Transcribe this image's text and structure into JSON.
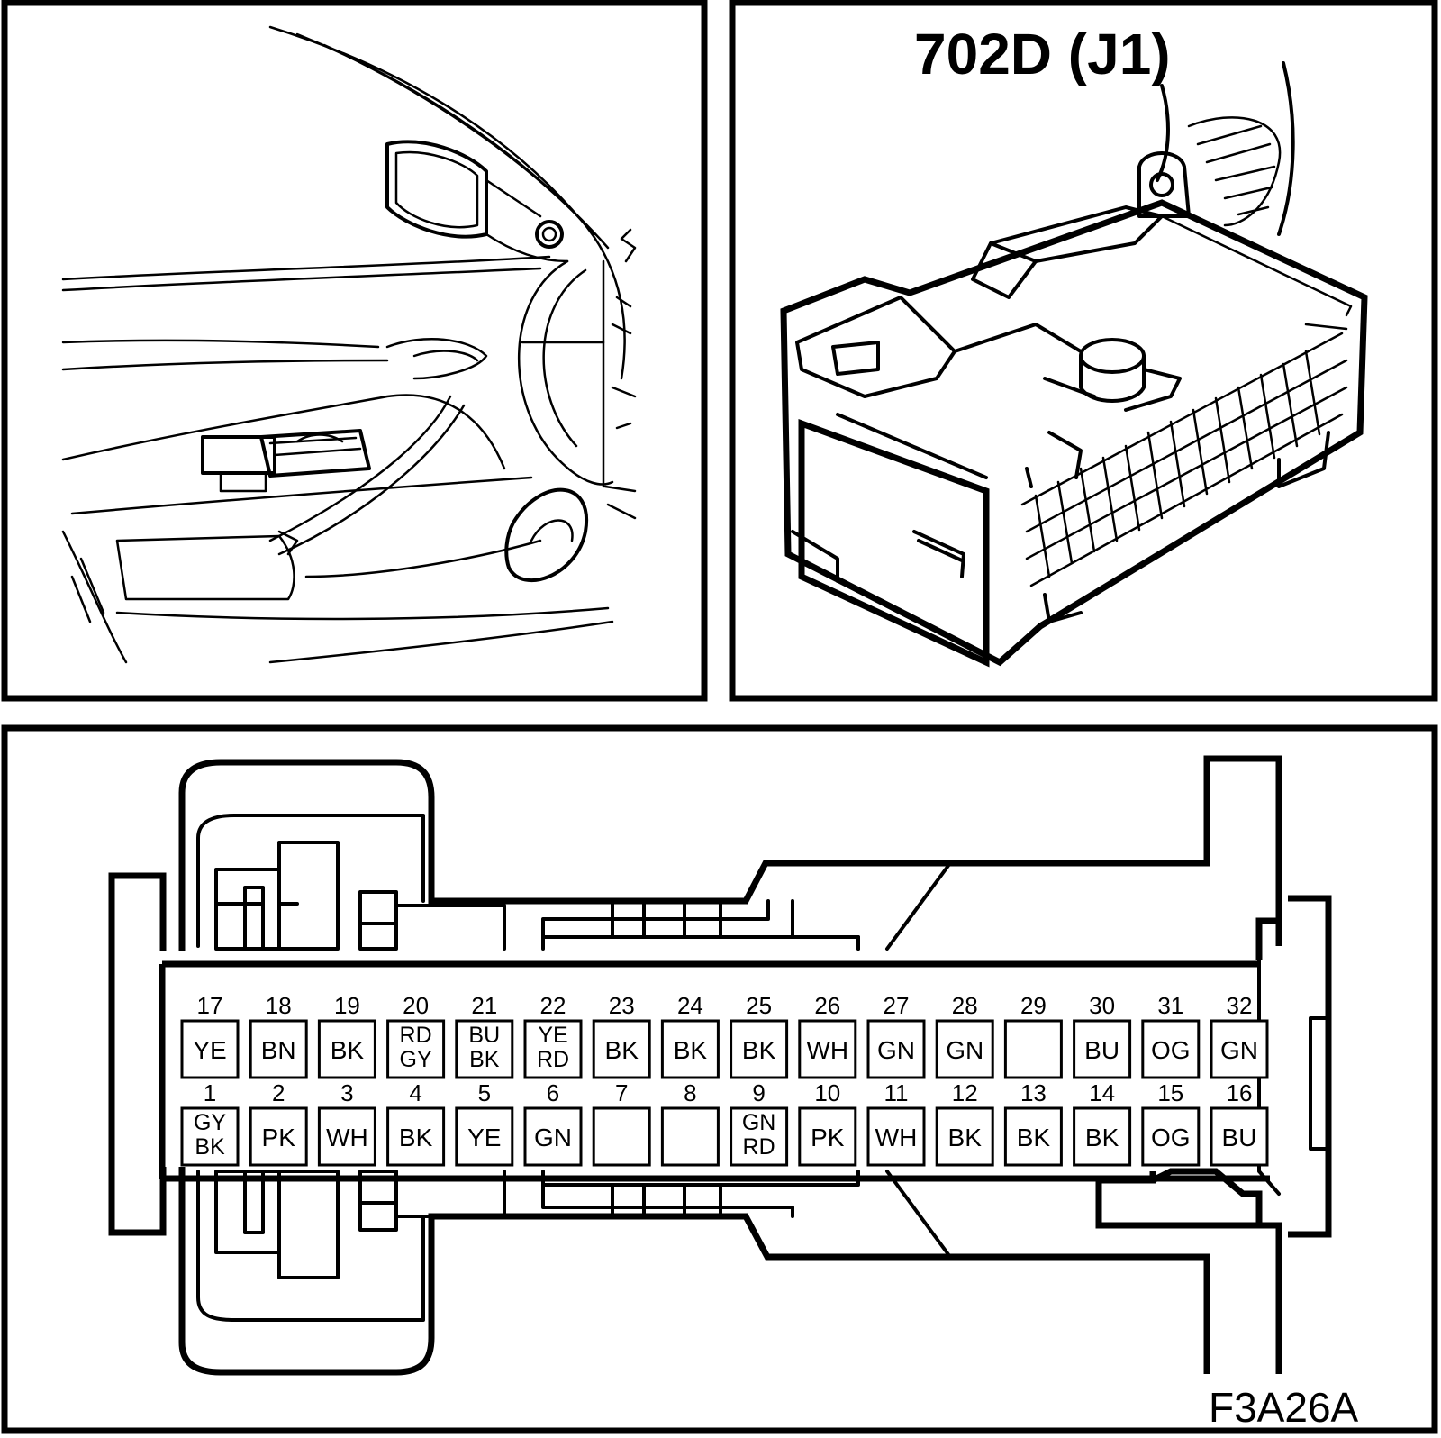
{
  "connector_label": "702D (J1)",
  "figure_id": "F3A26A",
  "pins_top": [
    {
      "num": "17",
      "code": [
        "YE"
      ]
    },
    {
      "num": "18",
      "code": [
        "BN"
      ]
    },
    {
      "num": "19",
      "code": [
        "BK"
      ]
    },
    {
      "num": "20",
      "code": [
        "RD",
        "GY"
      ]
    },
    {
      "num": "21",
      "code": [
        "BU",
        "BK"
      ]
    },
    {
      "num": "22",
      "code": [
        "YE",
        "RD"
      ]
    },
    {
      "num": "23",
      "code": [
        "BK"
      ]
    },
    {
      "num": "24",
      "code": [
        "BK"
      ]
    },
    {
      "num": "25",
      "code": [
        "BK"
      ]
    },
    {
      "num": "26",
      "code": [
        "WH"
      ]
    },
    {
      "num": "27",
      "code": [
        "GN"
      ]
    },
    {
      "num": "28",
      "code": [
        "GN"
      ]
    },
    {
      "num": "29",
      "code": []
    },
    {
      "num": "30",
      "code": [
        "BU"
      ]
    },
    {
      "num": "31",
      "code": [
        "OG"
      ]
    },
    {
      "num": "32",
      "code": [
        "GN"
      ]
    }
  ],
  "pins_bottom": [
    {
      "num": "1",
      "code": [
        "GY",
        "BK"
      ]
    },
    {
      "num": "2",
      "code": [
        "PK"
      ]
    },
    {
      "num": "3",
      "code": [
        "WH"
      ]
    },
    {
      "num": "4",
      "code": [
        "BK"
      ]
    },
    {
      "num": "5",
      "code": [
        "YE"
      ]
    },
    {
      "num": "6",
      "code": [
        "GN"
      ]
    },
    {
      "num": "7",
      "code": []
    },
    {
      "num": "8",
      "code": []
    },
    {
      "num": "9",
      "code": [
        "GN",
        "RD"
      ]
    },
    {
      "num": "10",
      "code": [
        "PK"
      ]
    },
    {
      "num": "11",
      "code": [
        "WH"
      ]
    },
    {
      "num": "12",
      "code": [
        "BK"
      ]
    },
    {
      "num": "13",
      "code": [
        "BK"
      ]
    },
    {
      "num": "14",
      "code": [
        "BK"
      ]
    },
    {
      "num": "15",
      "code": [
        "OG"
      ]
    },
    {
      "num": "16",
      "code": [
        "BU"
      ]
    }
  ]
}
